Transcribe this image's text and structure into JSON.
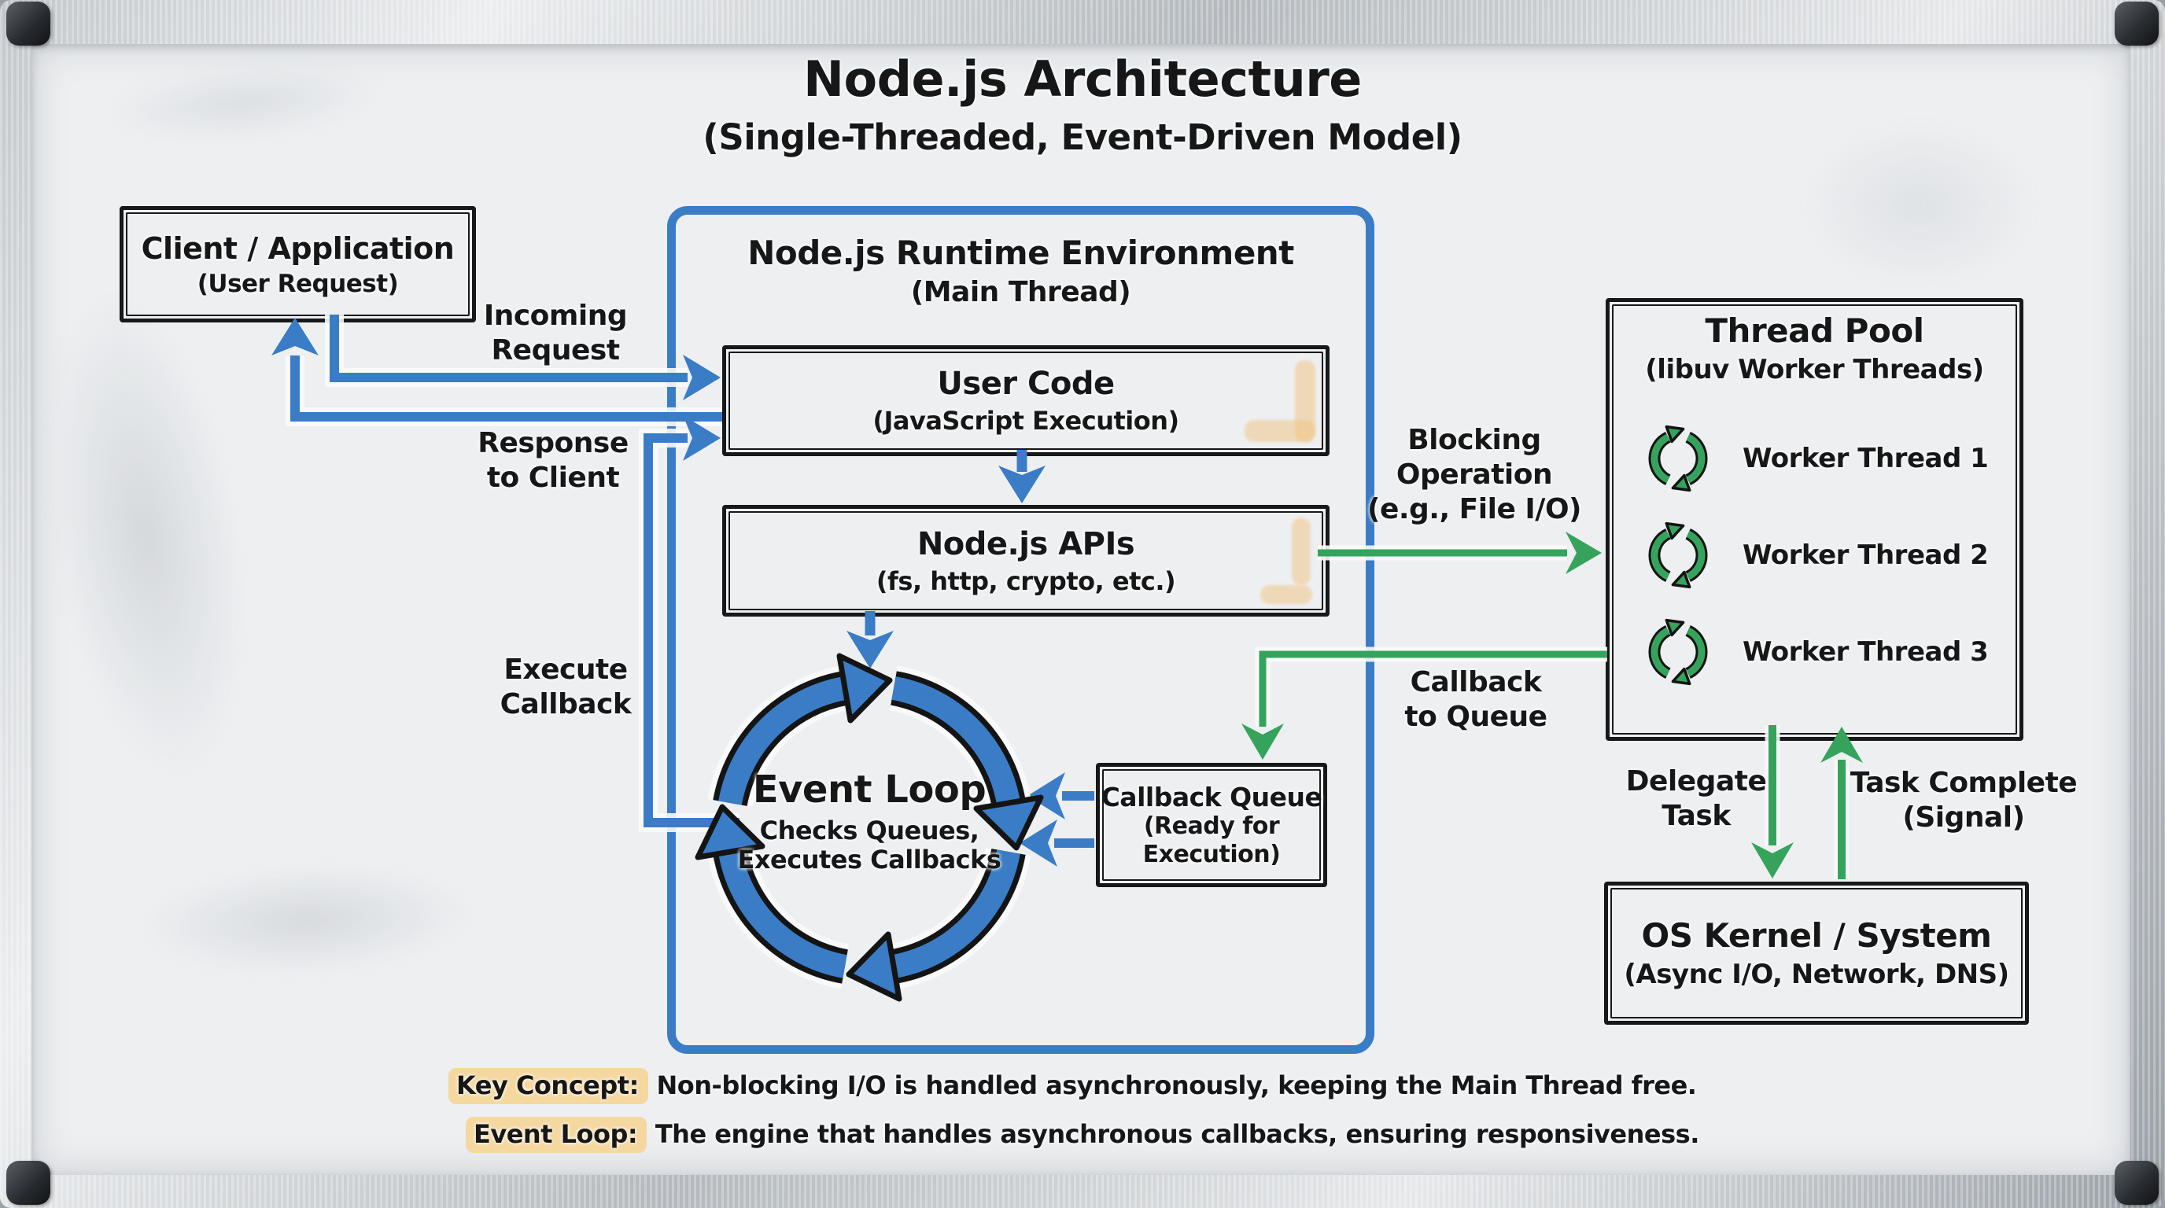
{
  "title": {
    "main": "Node.js Architecture",
    "subtitle": "(Single-Threaded, Event-Driven Model)"
  },
  "client": {
    "title": "Client / Application",
    "subtitle": "(User Request)"
  },
  "runtime": {
    "title": "Node.js Runtime Environment",
    "subtitle": "(Main Thread)"
  },
  "user_code": {
    "title": "User Code",
    "subtitle": "(JavaScript Execution)"
  },
  "apis": {
    "title": "Node.js APIs",
    "subtitle": "(fs, http, crypto, etc.)"
  },
  "event_loop": {
    "title": "Event Loop",
    "line1": "Checks Queues,",
    "line2": "Executes Callbacks"
  },
  "callback_queue": {
    "title": "Callback Queue",
    "line1": "(Ready for",
    "line2": "Execution)"
  },
  "thread_pool": {
    "title": "Thread Pool",
    "subtitle": "(libuv Worker Threads)",
    "workers": [
      "Worker Thread 1",
      "Worker Thread 2",
      "Worker Thread 3"
    ]
  },
  "os_kernel": {
    "title": "OS Kernel / System",
    "subtitle": "(Async I/O, Network, DNS)"
  },
  "flows": {
    "incoming": {
      "line1": "Incoming",
      "line2": "Request"
    },
    "response": {
      "line1": "Response",
      "line2": "to Client"
    },
    "execute": {
      "line1": "Execute",
      "line2": "Callback"
    },
    "blocking": {
      "line1": "Blocking",
      "line2": "Operation",
      "line3": "(e.g., File I/O)"
    },
    "callback_to_queue": {
      "line1": "Callback",
      "line2": "to Queue"
    },
    "delegate": {
      "line1": "Delegate",
      "line2": "Task"
    },
    "task_complete": {
      "line1": "Task Complete",
      "line2": "(Signal)"
    }
  },
  "notes": [
    {
      "highlight": "Key Concept:",
      "rest": " Non-blocking I/O is handled asynchronously, keeping the Main Thread free."
    },
    {
      "highlight": "Event Loop:",
      "rest": " The engine that handles asynchronous callbacks, ensuring responsiveness."
    }
  ],
  "colors": {
    "blue": "#3a7cc6",
    "green": "#35a35c",
    "ink": "#171717",
    "hl": "#f5d7a0",
    "board": "#edeff1"
  }
}
